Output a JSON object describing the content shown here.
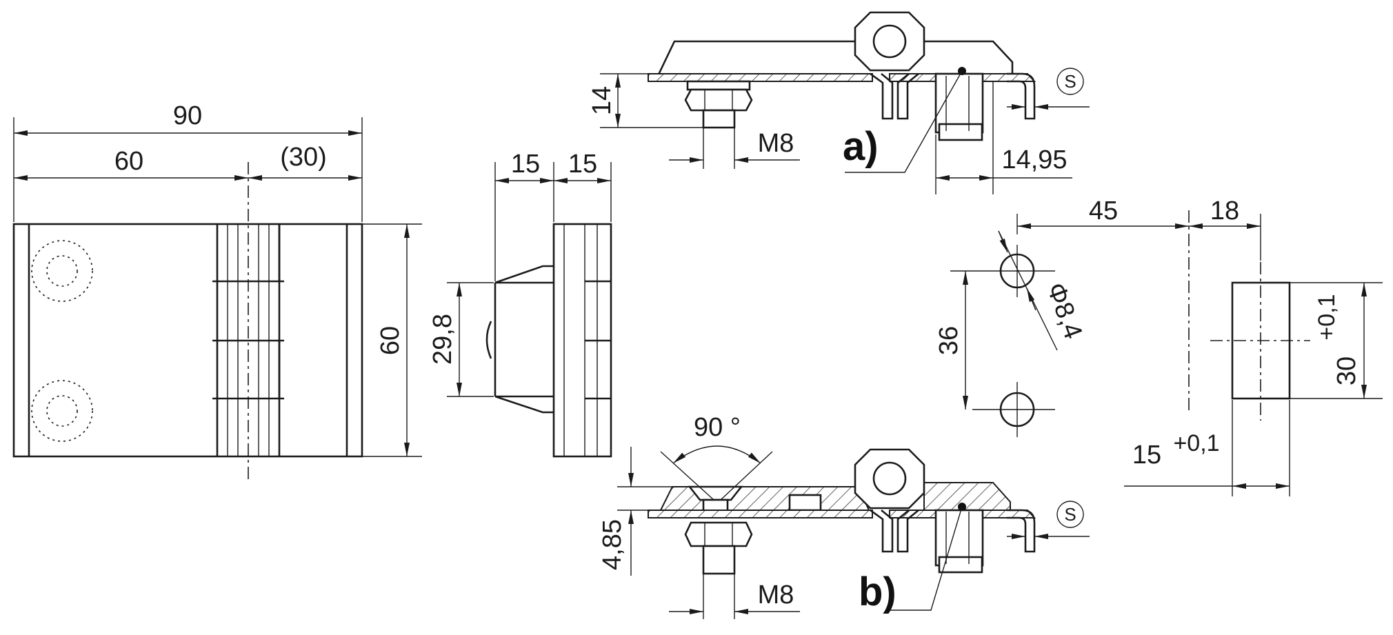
{
  "front_view": {
    "dim_overall": "90",
    "dim_left": "60",
    "dim_right": "(30)",
    "dim_height": "60"
  },
  "side_view": {
    "dim_w1": "15",
    "dim_w2": "15",
    "dim_inner": "29,8"
  },
  "section_a": {
    "label": "a)",
    "dim_thickness": "14",
    "thread": "M8",
    "dim_offset": "14,95",
    "symbol": "S"
  },
  "section_b": {
    "label": "b)",
    "dim_thickness": "4,85",
    "thread": "M8",
    "angle": "90 °",
    "symbol": "S"
  },
  "hole_pattern": {
    "dim_x": "45",
    "dim_y": "36",
    "diameter": "Φ8,4"
  },
  "cutout": {
    "dim_offset": "18",
    "dim_width": "15",
    "dim_width_tol": "+0,1",
    "dim_height": "30",
    "dim_height_tol": "+0,1"
  }
}
